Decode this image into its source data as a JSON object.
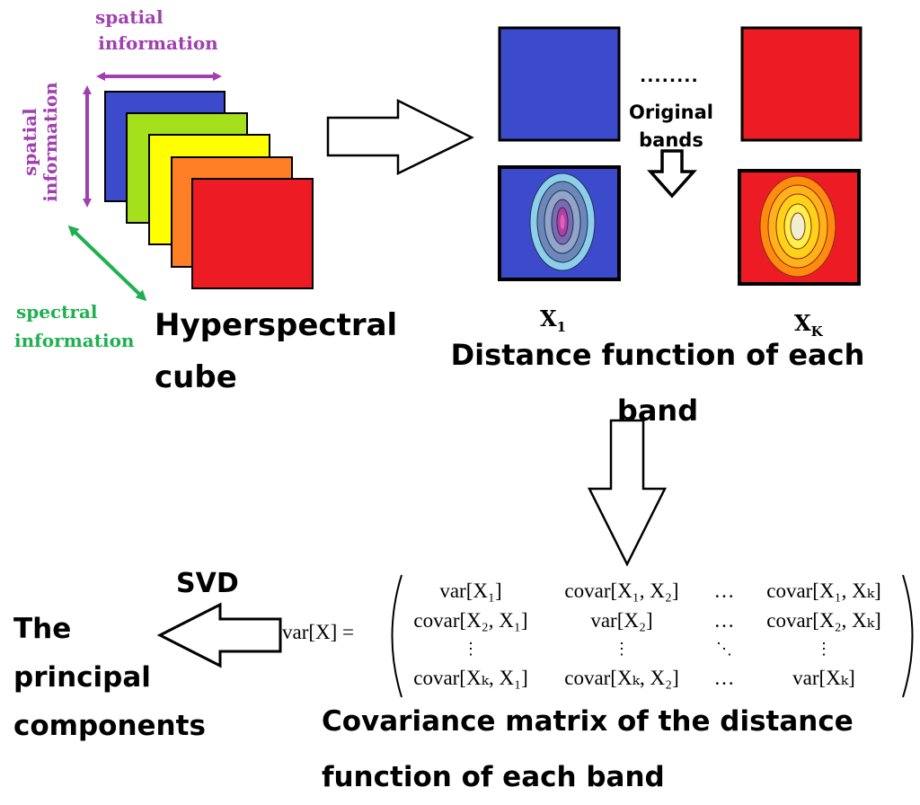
{
  "cube": {
    "spatial_top": [
      "spatial",
      "information"
    ],
    "spatial_left": [
      "spatial",
      "information"
    ],
    "spectral": [
      "spectral",
      "information"
    ],
    "title": [
      "Hyperspectral",
      "cube"
    ],
    "band_colors": [
      "#3c4bcc",
      "#a4e01c",
      "#ffff00",
      "#ff7f27",
      "#ed1c24"
    ]
  },
  "bands": {
    "dots": "........",
    "original": [
      "Original",
      "bands"
    ],
    "x1_main": "X",
    "x1_sub": "1",
    "xk_main": "X",
    "xk_sub": "K",
    "caption": [
      "Distance function of each",
      "band"
    ]
  },
  "matrix": {
    "lhs": "var[X] =",
    "rows": [
      [
        "var[X₁]",
        "covar[X₁, X₂]",
        "…",
        "covar[X₁, Xₖ]"
      ],
      [
        "covar[X₂, X₁]",
        "var[X₂]",
        "…",
        "covar[X₂, Xₖ]"
      ],
      [
        "⋮",
        "⋮",
        "⋱",
        "⋮"
      ],
      [
        "covar[Xₖ, X₁]",
        "covar[Xₖ, X₂]",
        "…",
        "var[Xₖ]"
      ]
    ],
    "caption": [
      "Covariance matrix of the distance",
      "function of each band"
    ]
  },
  "svd": {
    "label": "SVD",
    "result": [
      "The",
      "principal",
      "components"
    ]
  }
}
